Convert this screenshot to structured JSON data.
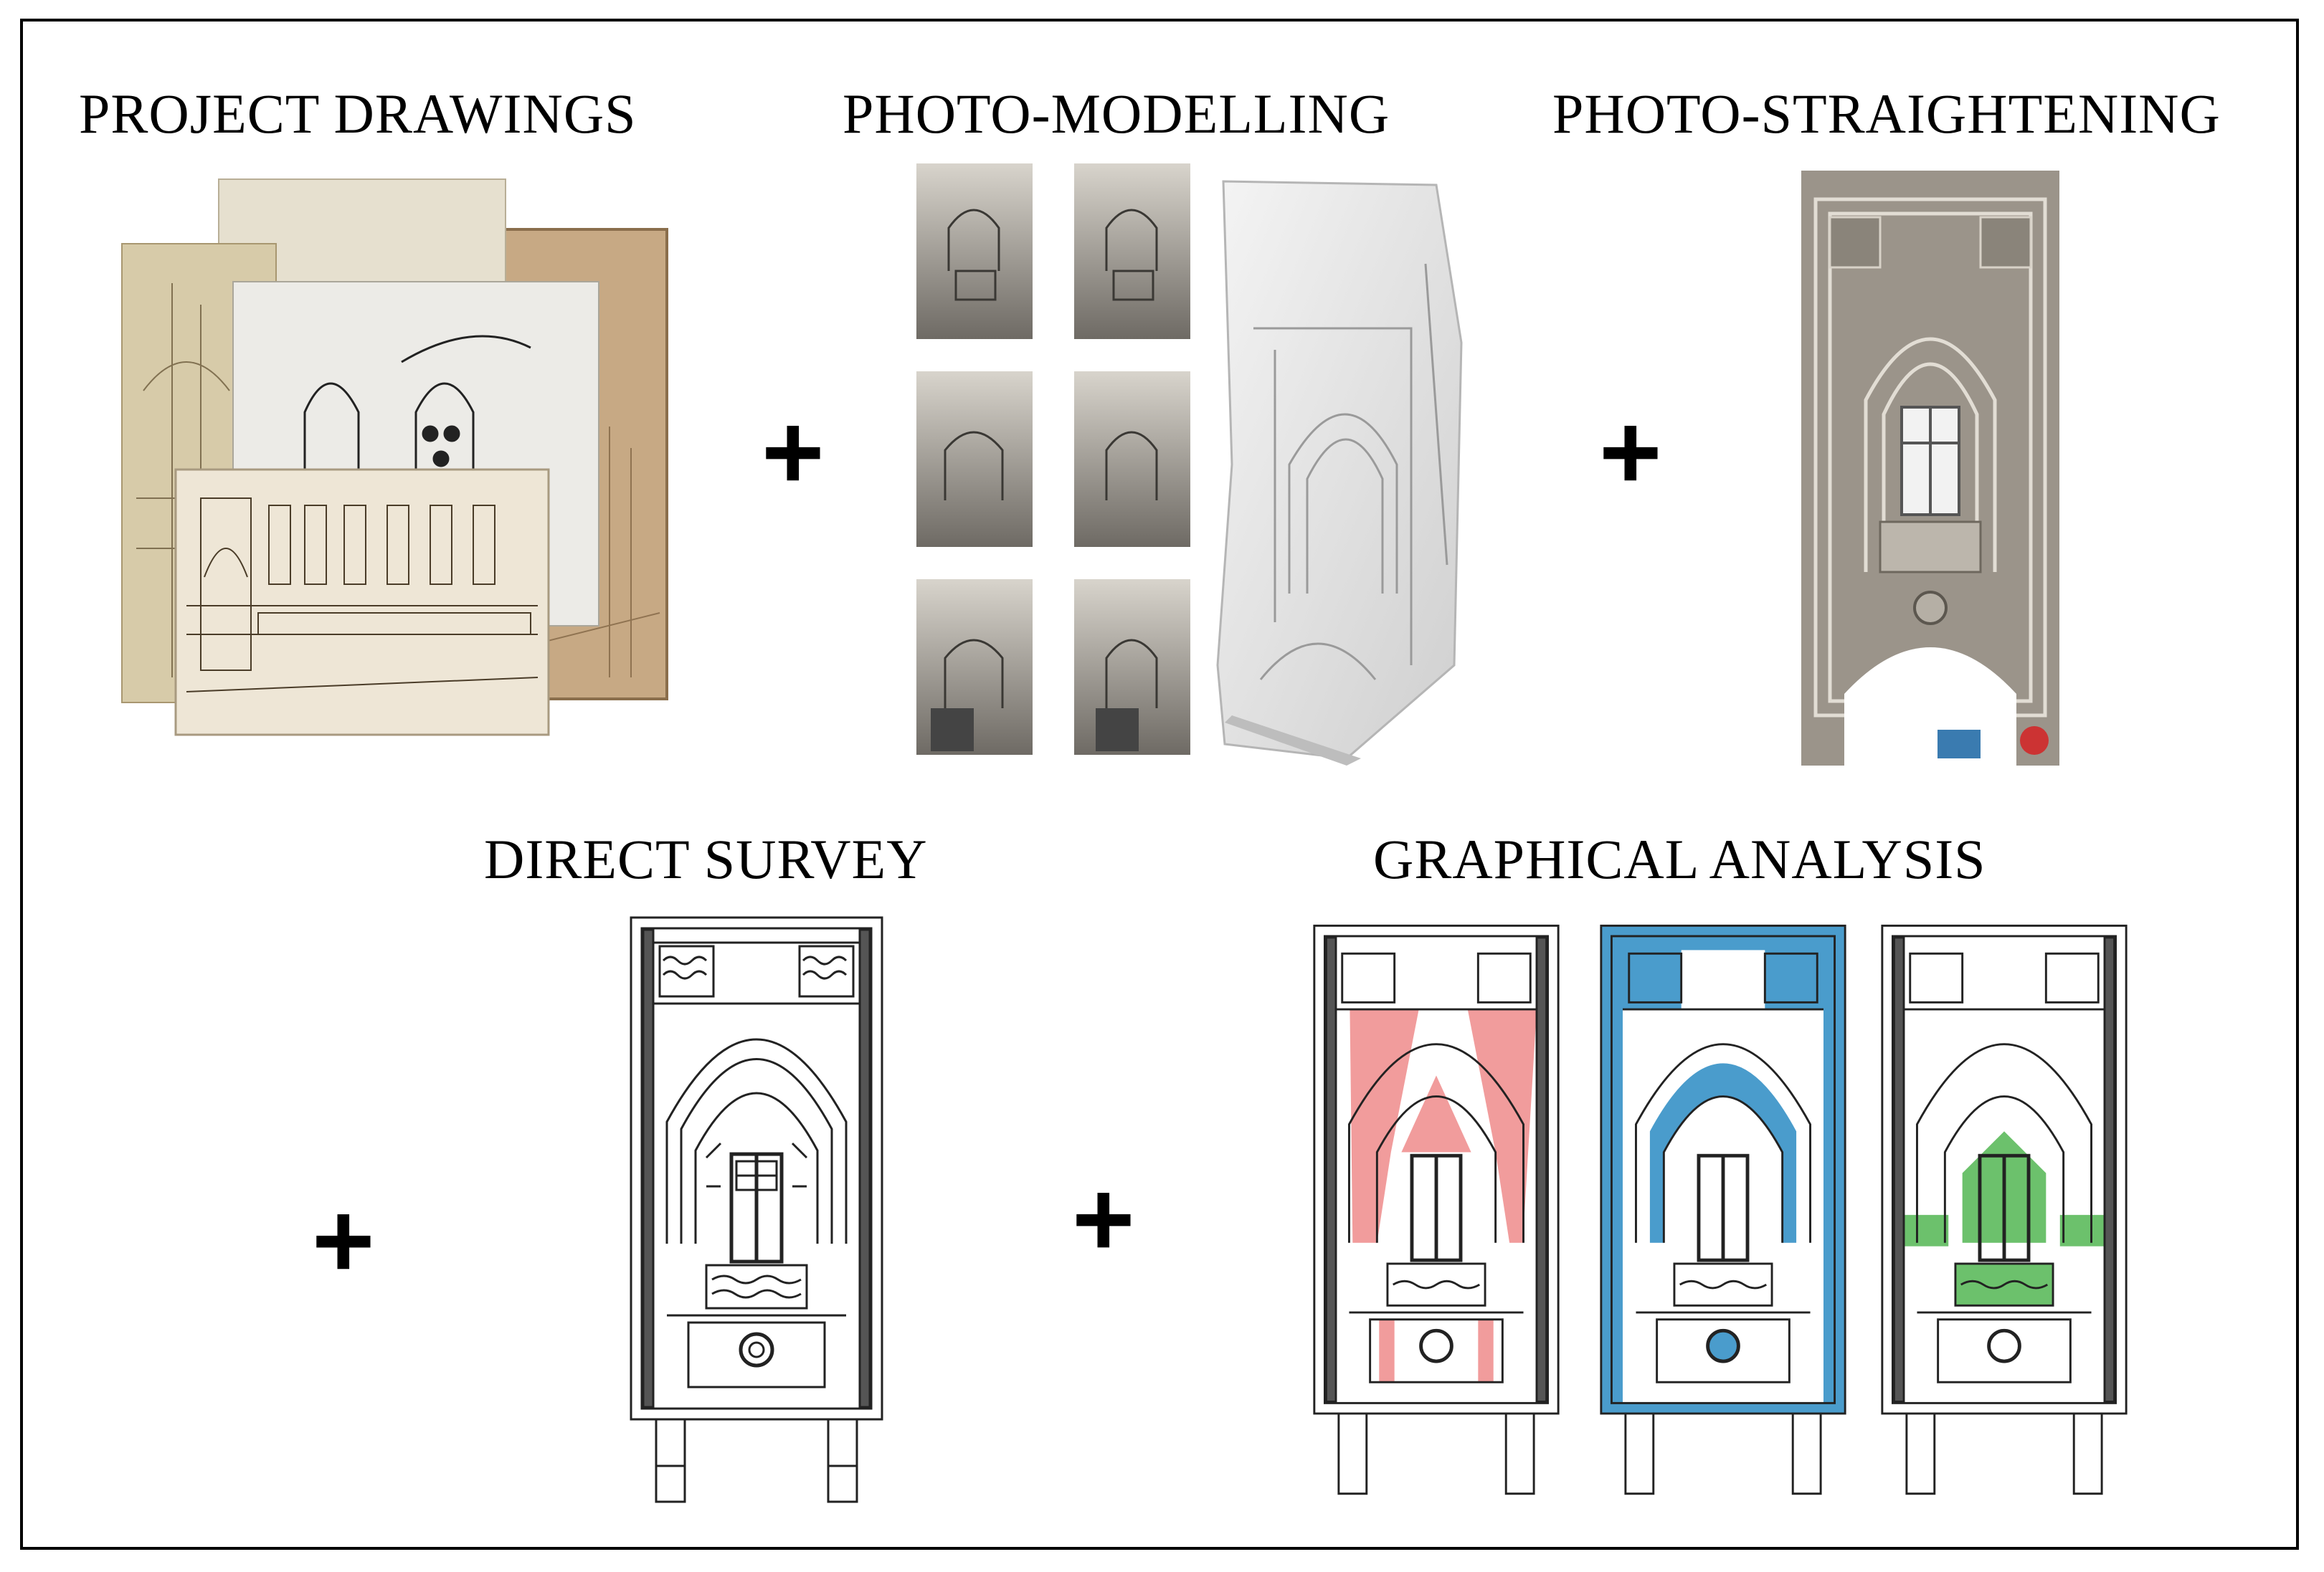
{
  "sections": {
    "project_drawings": "PROJECT DRAWINGS",
    "photo_modelling": "PHOTO-MODELLING",
    "photo_straightening": "PHOTO-STRAIGHTENING",
    "direct_survey": "DIRECT SURVEY",
    "graphical_analysis": "GRAPHICAL ANALYSIS"
  },
  "operator": "+",
  "colors": {
    "paper_light": "#e9e4d3",
    "paper_tan": "#c7a984",
    "paper_sepia": "#d8cdb1",
    "mesh_gray": "#e4e4e4",
    "facade_stone": "#9b948a",
    "analysis_red": "#f19c9c",
    "analysis_blue": "#4a9ccc",
    "analysis_green": "#6cc16c",
    "line": "#222222"
  }
}
